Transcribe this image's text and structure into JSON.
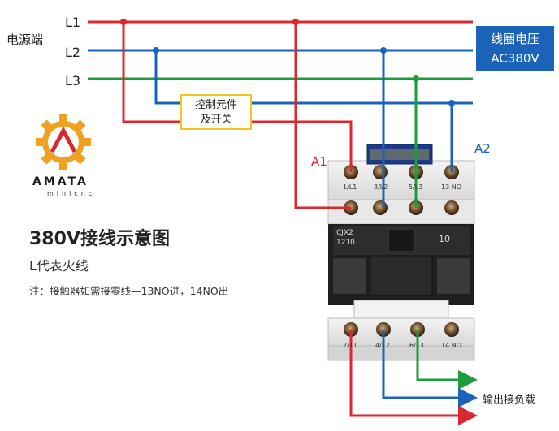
{
  "power_label": "电源端",
  "lines": {
    "l1": "L1",
    "l2": "L2",
    "l3": "L3"
  },
  "coil": {
    "line1": "线圈电压",
    "line2": "AC380V"
  },
  "control": {
    "line1": "控制元件",
    "line2": "及开关"
  },
  "a1": "A1",
  "a2": "A2",
  "title": "380V接线示意图",
  "subtitle": "L代表火线",
  "note": "注：接触器如需接零线—13NO进，14NO出",
  "output_label": "输出接负载",
  "logo": {
    "name": "AMATA",
    "sub": "minicnc"
  },
  "contactor": {
    "model": "CJX2",
    "code": "1210",
    "size": "10",
    "top_terminals": [
      "1/L1",
      "3/L2",
      "5/L3",
      "13 NO"
    ],
    "bottom_terminals": [
      "2/T1",
      "4/T2",
      "6/T3",
      "14 NO"
    ]
  },
  "colors": {
    "red": "#d9282f",
    "blue": "#1b63b8",
    "green": "#1a9e3a",
    "yellow": "#f4c51a"
  }
}
